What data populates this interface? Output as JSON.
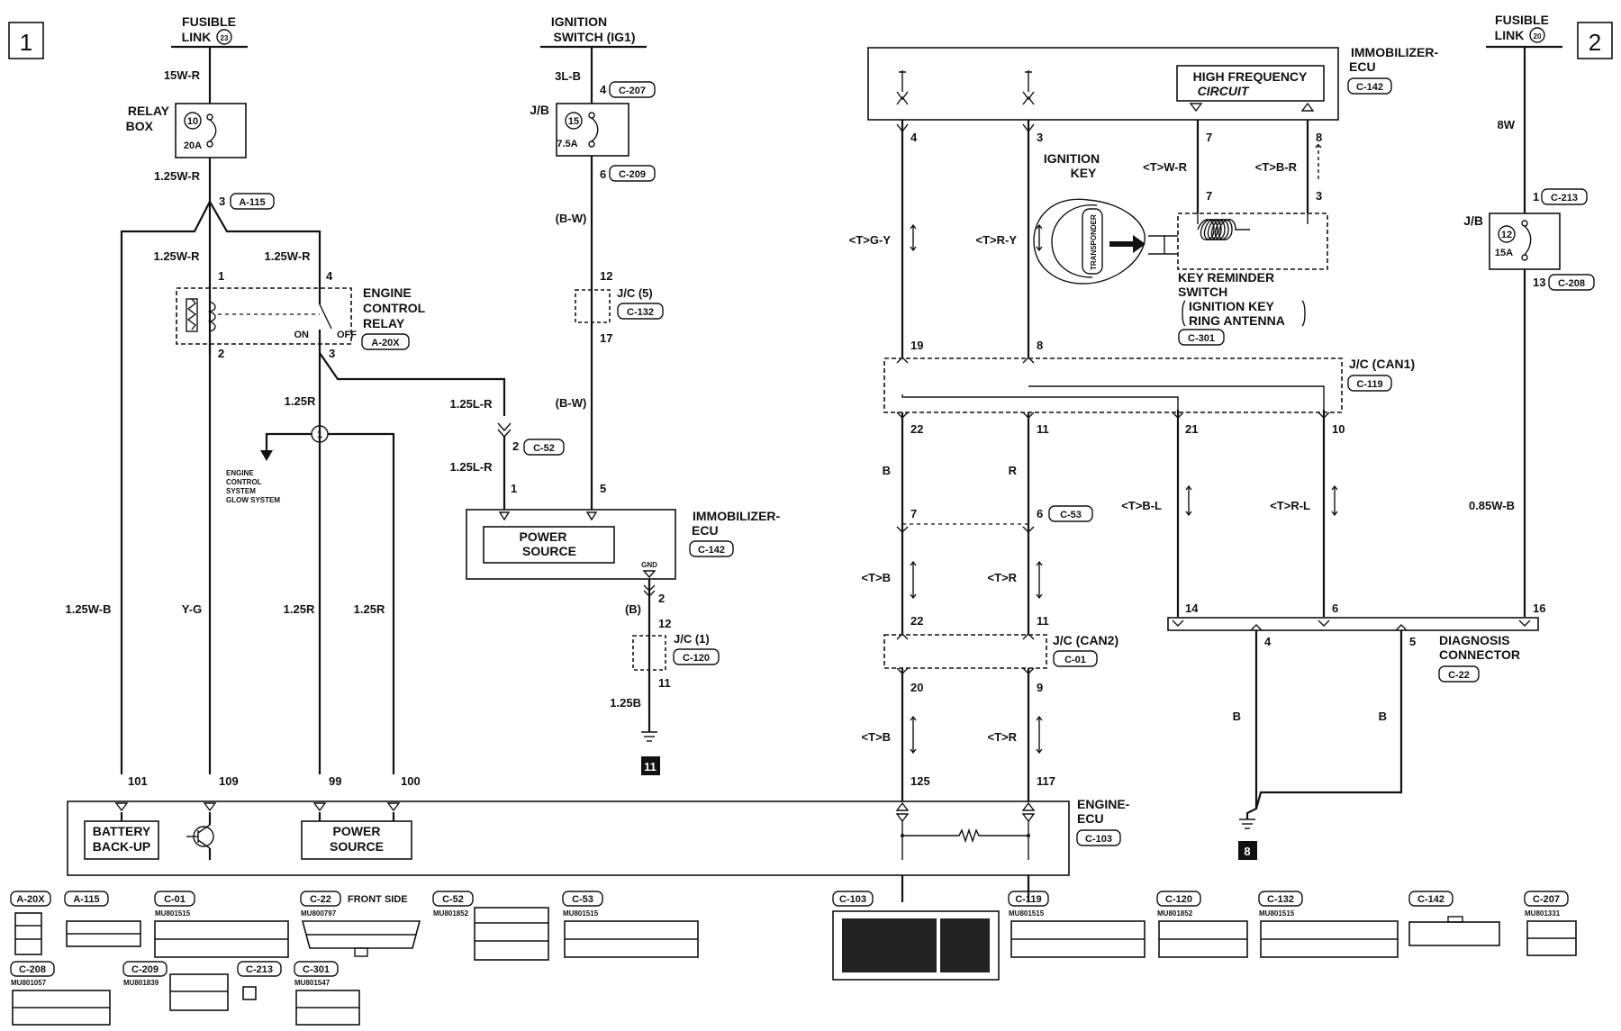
{
  "pages": {
    "left": "1",
    "right": "2"
  },
  "sources": {
    "fusible23": {
      "line1": "FUSIBLE",
      "line2": "LINK",
      "num": "23"
    },
    "ignition": {
      "line1": "IGNITION",
      "line2": "SWITCH (IG1)"
    },
    "fusible20": {
      "line1": "FUSIBLE",
      "line2": "LINK",
      "num": "20"
    }
  },
  "relay_box": {
    "label1": "RELAY",
    "label2": "BOX",
    "fuse": "10",
    "amp": "20A"
  },
  "engine_relay": {
    "line1": "ENGINE",
    "line2": "CONTROL",
    "line3": "RELAY",
    "conn": "A-20X",
    "on": "ON",
    "off": "OFF"
  },
  "jb15": {
    "jb": "J/B",
    "fuse": "15",
    "amp": "7.5A"
  },
  "jb12": {
    "jb": "J/B",
    "fuse": "12",
    "amp": "15A"
  },
  "jc5": {
    "label": "J/C (5)",
    "conn": "C-132"
  },
  "jc1": {
    "label": "J/C (1)",
    "conn": "C-120"
  },
  "jc_can1": {
    "label": "J/C (CAN1)",
    "conn": "C-119"
  },
  "jc_can2": {
    "label": "J/C (CAN2)",
    "conn": "C-01"
  },
  "glow": {
    "l1": "ENGINE",
    "l2": "CONTROL",
    "l3": "SYSTEM",
    "l4": "GLOW SYSTEM"
  },
  "immo_mid": {
    "line1": "IMMOBILIZER-",
    "line2": "ECU",
    "conn": "C-142",
    "box1": "POWER",
    "box2": "SOURCE",
    "gnd": "GND"
  },
  "immo_top": {
    "line1": "IMMOBILIZER-",
    "line2": "ECU",
    "conn": "C-142",
    "hf1": "HIGH FREQUENCY",
    "hf2": "CIRCUIT"
  },
  "ignition_key": {
    "l1": "IGNITION",
    "l2": "KEY",
    "transponder": "TRANSPONDER"
  },
  "key_switch": {
    "l1": "KEY REMINDER",
    "l2": "SWITCH",
    "l3": "IGNITION KEY",
    "l4": "RING ANTENNA",
    "conn": "C-301"
  },
  "diag": {
    "l1": "DIAGNOSIS",
    "l2": "CONNECTOR",
    "conn": "C-22"
  },
  "engine_ecu": {
    "l1": "ENGINE-",
    "l2": "ECU",
    "conn": "C-103",
    "batt1": "BATTERY",
    "batt2": "BACK-UP",
    "ps1": "POWER",
    "ps2": "SOURCE"
  },
  "grounds": {
    "g11": "11",
    "g8": "8"
  },
  "wires": {
    "w15WR": "15W-R",
    "w125WR_a": "1.25W-R",
    "w125WR_b": "1.25W-R",
    "w125WR_c": "1.25W-R",
    "w125R_a": "1.25R",
    "w125R_b": "1.25R",
    "w125R_c": "1.25R",
    "w125LR_a": "1.25L-R",
    "w125LR_b": "1.25L-R",
    "w125WB": "1.25W-B",
    "wYG": "Y-G",
    "w3LB": "3L-B",
    "wBW_a": "(B-W)",
    "wBW_b": "(B-W)",
    "wB_paren": "(B)",
    "w125B": "1.25B",
    "wTGY": "<T>G-Y",
    "wTRY": "<T>R-Y",
    "wB": "B",
    "wR": "R",
    "wTB_a": "<T>B",
    "wTR_a": "<T>R",
    "wTB_b": "<T>B",
    "wTR_b": "<T>R",
    "wTWR": "<T>W-R",
    "wTBR": "<T>B-R",
    "wTBL": "<T>B-L",
    "wTRL": "<T>R-L",
    "w8W": "8W",
    "w085WB": "0.85W-B",
    "wB_diag4": "B",
    "wB_diag5": "B"
  },
  "connectors": {
    "A115": "A-115",
    "C207": "C-207",
    "C209": "C-209",
    "C52": "C-52",
    "C53": "C-53",
    "C213": "C-213",
    "C208": "C-208"
  },
  "pins": {
    "p3": "3",
    "p1": "1",
    "p4": "4",
    "p2": "2",
    "p3b": "3",
    "p4ig": "4",
    "p6ig": "6",
    "p12": "12",
    "p17": "17",
    "p2c52": "2",
    "p1immo": "1",
    "p5immo": "5",
    "p2gnd": "2",
    "p12jc": "12",
    "p11jc": "11",
    "p101": "101",
    "p109": "109",
    "p99": "99",
    "p100": "100",
    "p4top": "4",
    "p3top": "3",
    "p19": "19",
    "p8": "8",
    "p22": "22",
    "p11": "11",
    "p7": "7",
    "p6": "6",
    "p22b": "22",
    "p11b": "11",
    "p20": "20",
    "p9": "9",
    "p125": "125",
    "p117": "117",
    "p7hf": "7",
    "p8hf": "8",
    "p7k": "7",
    "p3k": "3",
    "p21": "21",
    "p10": "10",
    "p14": "14",
    "p6d": "6",
    "p16": "16",
    "p1f": "1",
    "p13": "13",
    "p4d": "4",
    "p5d": "5"
  },
  "legend": [
    {
      "id": "A-20X",
      "part": "",
      "note": ""
    },
    {
      "id": "A-115",
      "part": "",
      "note": ""
    },
    {
      "id": "C-01",
      "part": "MU801515",
      "note": ""
    },
    {
      "id": "C-22",
      "part": "MU800797",
      "note": "FRONT SIDE"
    },
    {
      "id": "C-52",
      "part": "MU801852",
      "note": ""
    },
    {
      "id": "C-53",
      "part": "MU801515",
      "note": ""
    },
    {
      "id": "C-103",
      "part": "",
      "note": ""
    },
    {
      "id": "C-119",
      "part": "MU801515",
      "note": ""
    },
    {
      "id": "C-120",
      "part": "MU801852",
      "note": ""
    },
    {
      "id": "C-132",
      "part": "MU801515",
      "note": ""
    },
    {
      "id": "C-142",
      "part": "",
      "note": ""
    },
    {
      "id": "C-207",
      "part": "MU801331",
      "note": ""
    },
    {
      "id": "C-208",
      "part": "MU801057",
      "note": ""
    },
    {
      "id": "C-209",
      "part": "MU801839",
      "note": ""
    },
    {
      "id": "C-213",
      "part": "",
      "note": ""
    },
    {
      "id": "C-301",
      "part": "MU801547",
      "note": ""
    }
  ]
}
